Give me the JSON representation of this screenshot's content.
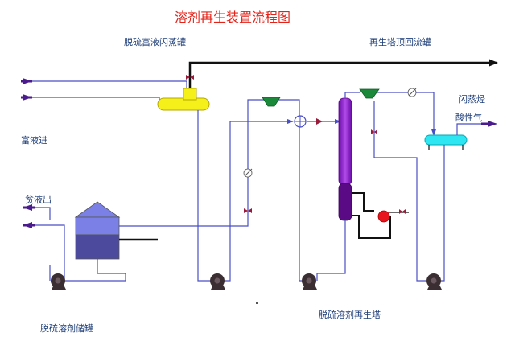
{
  "title": "溶剂再生装置流程图",
  "labels": {
    "flash_tank": "脱硫富液闪蒸罐",
    "reflux_tank": "再生塔顶回流罐",
    "rich_in": "富液进",
    "lean_out": "贫液出",
    "flash_hc": "闪蒸烃",
    "acid_gas": "酸性气",
    "storage_tank": "脱硫溶剂储罐",
    "regenerator": "脱硫溶剂再生塔"
  },
  "colors": {
    "pipe": "#4a4fc4",
    "main_line": "#111111",
    "arrow": "#4b1a8c",
    "title": "#e2231a",
    "label": "#1f3f7a",
    "flash_tank": "#f5ef1a",
    "reflux_tank": "#2ee6f2",
    "column": "#8b0fd1",
    "column_dark": "#5a0a85",
    "storage_top": "#7a80e6",
    "storage_bottom": "#4c4a9c",
    "cooler": "#1a8a3a",
    "reboiler": "#e8141e",
    "pump": "#3a2e33"
  },
  "icons": [
    "pump-icon",
    "cooler-icon",
    "heat-exchanger-icon",
    "valve-icon",
    "control-valve-icon",
    "reboiler-icon"
  ]
}
